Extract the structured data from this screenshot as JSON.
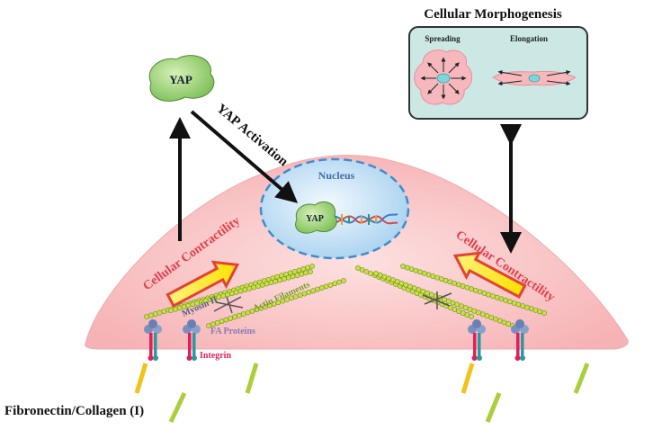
{
  "diagram": {
    "morphogenesis_title": "Cellular Morphogenesis",
    "spreading_label": "Spreading",
    "elongation_label": "Elongation",
    "yap_label": "YAP",
    "yap_nucleus_label": "YAP",
    "yap_activation_label": "YAP Activation",
    "nucleus_label": "Nucleus",
    "contractility_left_label": "Cellular Contractility",
    "contractility_right_label": "Cellular Contractility",
    "myosin_label": "Myosin II",
    "actin_label": "Actin Filaments",
    "fa_label": "FA Proteins",
    "integrin_label": "Integrin",
    "ecm_label": "Fibronectin/Collagen (I)"
  },
  "colors": {
    "cell_fill": "#f9c6c6",
    "nucleus_fill": "#cfe6f7",
    "yap_fill": "#a6d77a",
    "panel_fill": "#cce8e4",
    "contractility_text": "#e0404a",
    "arrow_yellow": "#ffee00",
    "arrow_red": "#e34234",
    "myosin_text": "#55607a",
    "actin_text": "#7a9a2a",
    "fa_text": "#8a78b6",
    "integrin_text": "#e0205a",
    "ecm_green": "#7cc242",
    "ecm_yellow": "#f3c21a"
  }
}
